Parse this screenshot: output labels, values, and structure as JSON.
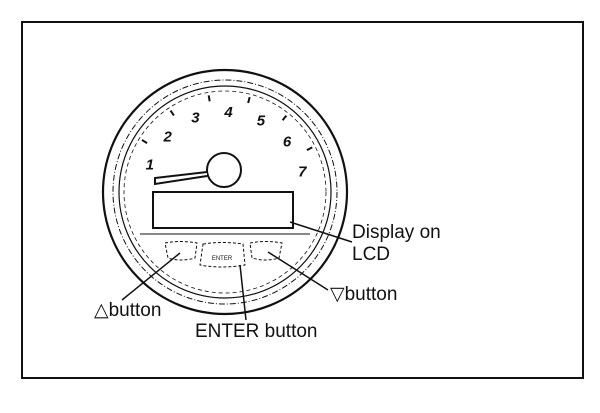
{
  "labels": {
    "display_line1": "Display on",
    "display_line2": "LCD",
    "down_button": "▽button",
    "up_button": "△button",
    "enter_button": "ENTER button"
  },
  "dial": {
    "numbers": [
      "1",
      "2",
      "3",
      "4",
      "5",
      "6",
      "7"
    ],
    "enter_key_text": "ENTER"
  }
}
